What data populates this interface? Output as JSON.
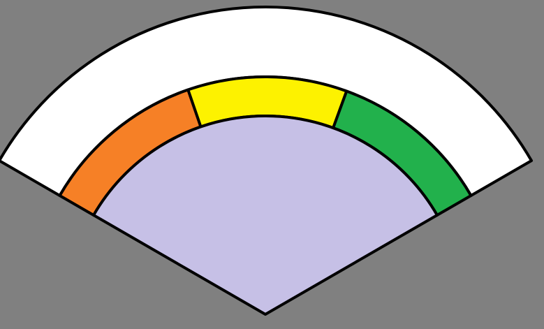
{
  "canvas": {
    "background_color": "#808080",
    "outline_color": "#000000"
  },
  "fan": {
    "outer_band_color": "#ffffff",
    "inner_sector_color": "#c6c0e6",
    "middle_band_segments": [
      {
        "name": "orange",
        "color": "#f68026"
      },
      {
        "name": "yellow",
        "color": "#fdf200"
      },
      {
        "name": "green",
        "color": "#22b14c"
      }
    ]
  }
}
